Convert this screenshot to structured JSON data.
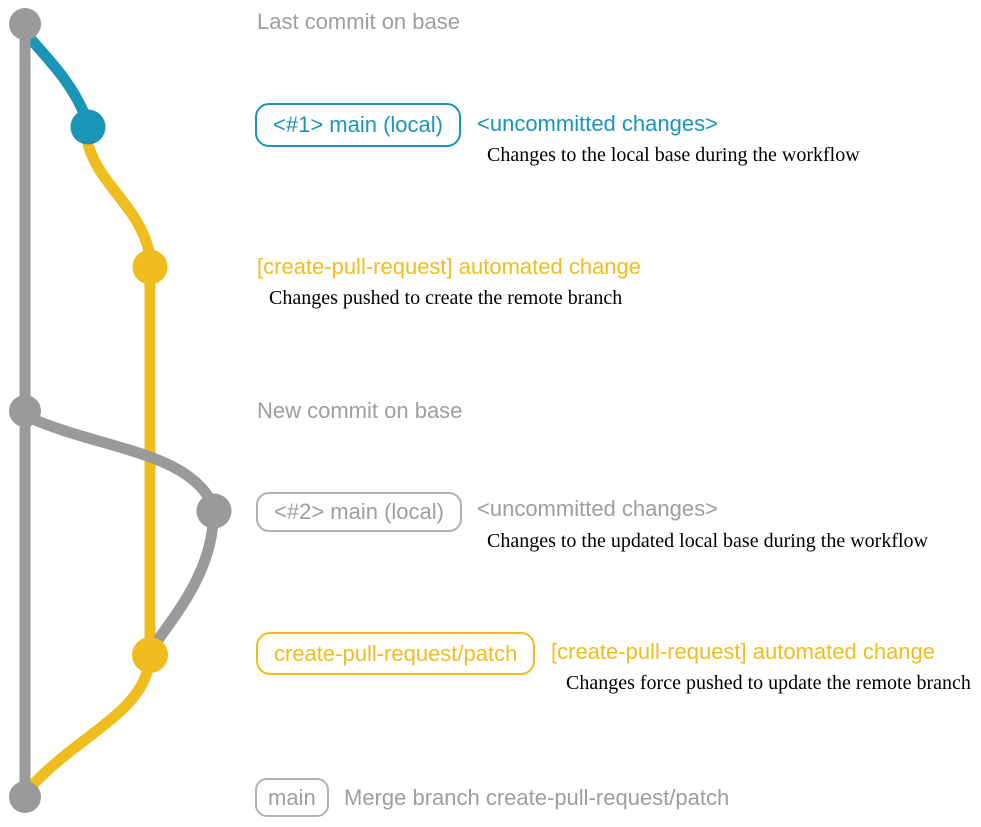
{
  "colors": {
    "bg": "#ffffff",
    "base": "#9a9a9a",
    "base-text": "#9e9e9e",
    "base-border": "#b2b2b2",
    "local": "#1b95b7",
    "remote": "#efbd1d",
    "ink": "#000000"
  },
  "rows": {
    "last_commit": {
      "heading": "Last commit on base"
    },
    "local_1": {
      "badge": "<#1> main (local)",
      "title": "<uncommitted changes>",
      "caption": "Changes to the local base during the workflow"
    },
    "remote_1": {
      "title": "[create-pull-request] automated change",
      "caption": "Changes pushed to create the remote branch"
    },
    "new_commit": {
      "heading": "New commit on base"
    },
    "local_2": {
      "badge": "<#2> main (local)",
      "title": "<uncommitted changes>",
      "caption": "Changes to the updated local base during the workflow"
    },
    "remote_2": {
      "badge": "create-pull-request/patch",
      "title": "[create-pull-request] automated change",
      "caption": "Changes force pushed to update the remote branch"
    },
    "merge": {
      "badge": "main",
      "text": "Merge branch create-pull-request/patch"
    }
  }
}
